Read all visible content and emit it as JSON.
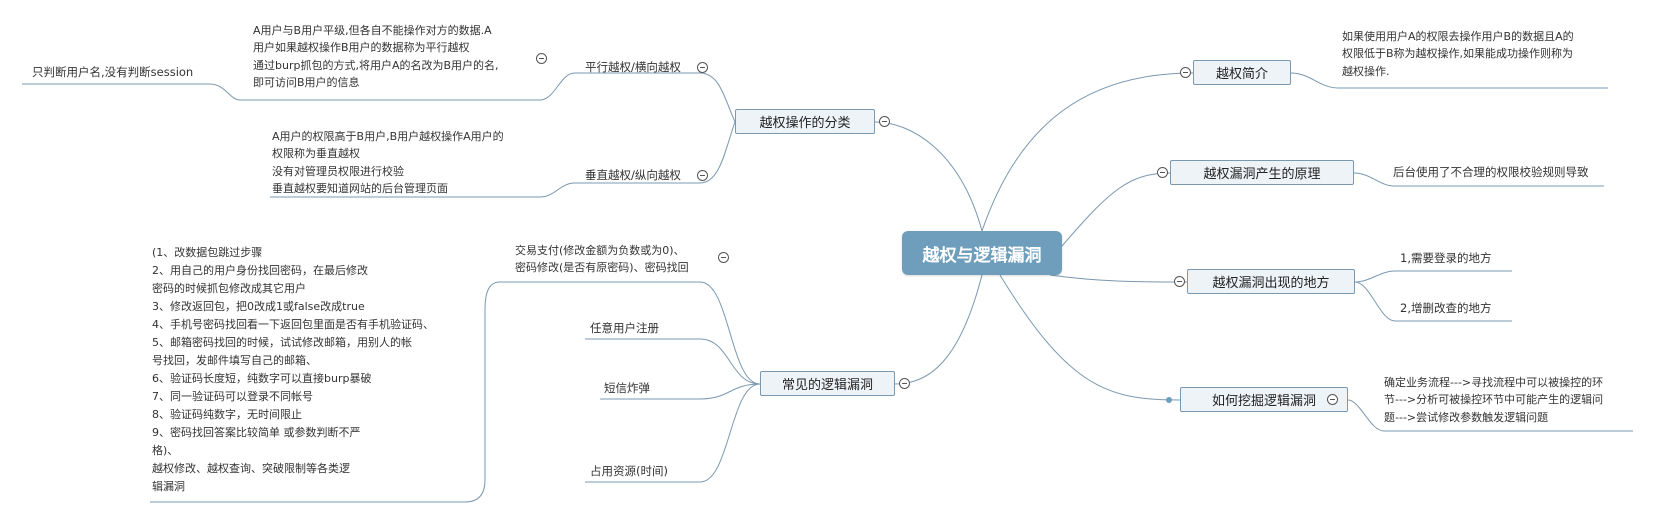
{
  "root": {
    "title": "越权与逻辑漏洞"
  },
  "right_branches": {
    "intro": {
      "label": "越权简介",
      "note": "如果使用用户A的权限去操作用户B的数据且A的\n权限低于B称为越权操作,如果能成功操作则称为\n越权操作."
    },
    "principle": {
      "label": "越权漏洞产生的原理",
      "note": "后台使用了不合理的权限校验规则导致"
    },
    "locations": {
      "label": "越权漏洞出现的地方",
      "items": [
        "1,需要登录的地方",
        "2,增删改查的地方"
      ]
    },
    "mining": {
      "label": "如何挖掘逻辑漏洞",
      "note": "确定业务流程--->寻找流程中可以被操控的环\n节--->分析可被操控环节中可能产生的逻辑问\n题--->尝试修改参数触发逻辑问题"
    }
  },
  "left_branches": {
    "classification": {
      "label": "越权操作的分类",
      "horizontal": {
        "label": "平行越权/横向越权",
        "note": "A用户与B用户平级,但各自不能操作对方的数据.A\n用户如果越权操作B用户的数据称为平行越权\n通过burp抓包的方式,将用户A的名改为B用户的名,\n即可访问B用户的信息",
        "sub_note": "只判断用户名,没有判断session"
      },
      "vertical": {
        "label": "垂直越权/纵向越权",
        "note": "A用户的权限高于B用户,B用户越权操作A用户的\n权限称为垂直越权\n没有对管理员权限进行校验\n垂直越权要知道网站的后台管理页面"
      }
    },
    "common": {
      "label": "常见的逻辑漏洞",
      "payment": {
        "label": "交易支付(修改金额为负数或为0)、\n密码修改(是否有原密码)、密码找回",
        "note": "(1、改数据包跳过步骤\n2、用自己的用户身份找回密码，在最后修改\n密码的时候抓包修改成其它用户\n3、修改返回包，把0改成1或false改成true\n4、手机号密码找回看一下返回包里面是否有手机验证码、\n5、邮箱密码找回的时候，试试修改邮箱，用别人的帐\n号找回，发邮件填写自己的邮箱、\n6、验证码长度短，纯数字可以直接burp暴破\n7、同一验证码可以登录不同帐号\n8、验证码纯数字，无时间限止\n9、密码找回答案比较简单 或参数判断不严\n格)、\n越权修改、越权查询、突破限制等各类逻\n辑漏洞"
      },
      "items": [
        "任意用户注册",
        "短信炸弹",
        "占用资源(时间)"
      ]
    }
  },
  "colors": {
    "central": "#6f9ebd",
    "edge": "#7a98b0",
    "box_fill": "#eef3f8"
  }
}
